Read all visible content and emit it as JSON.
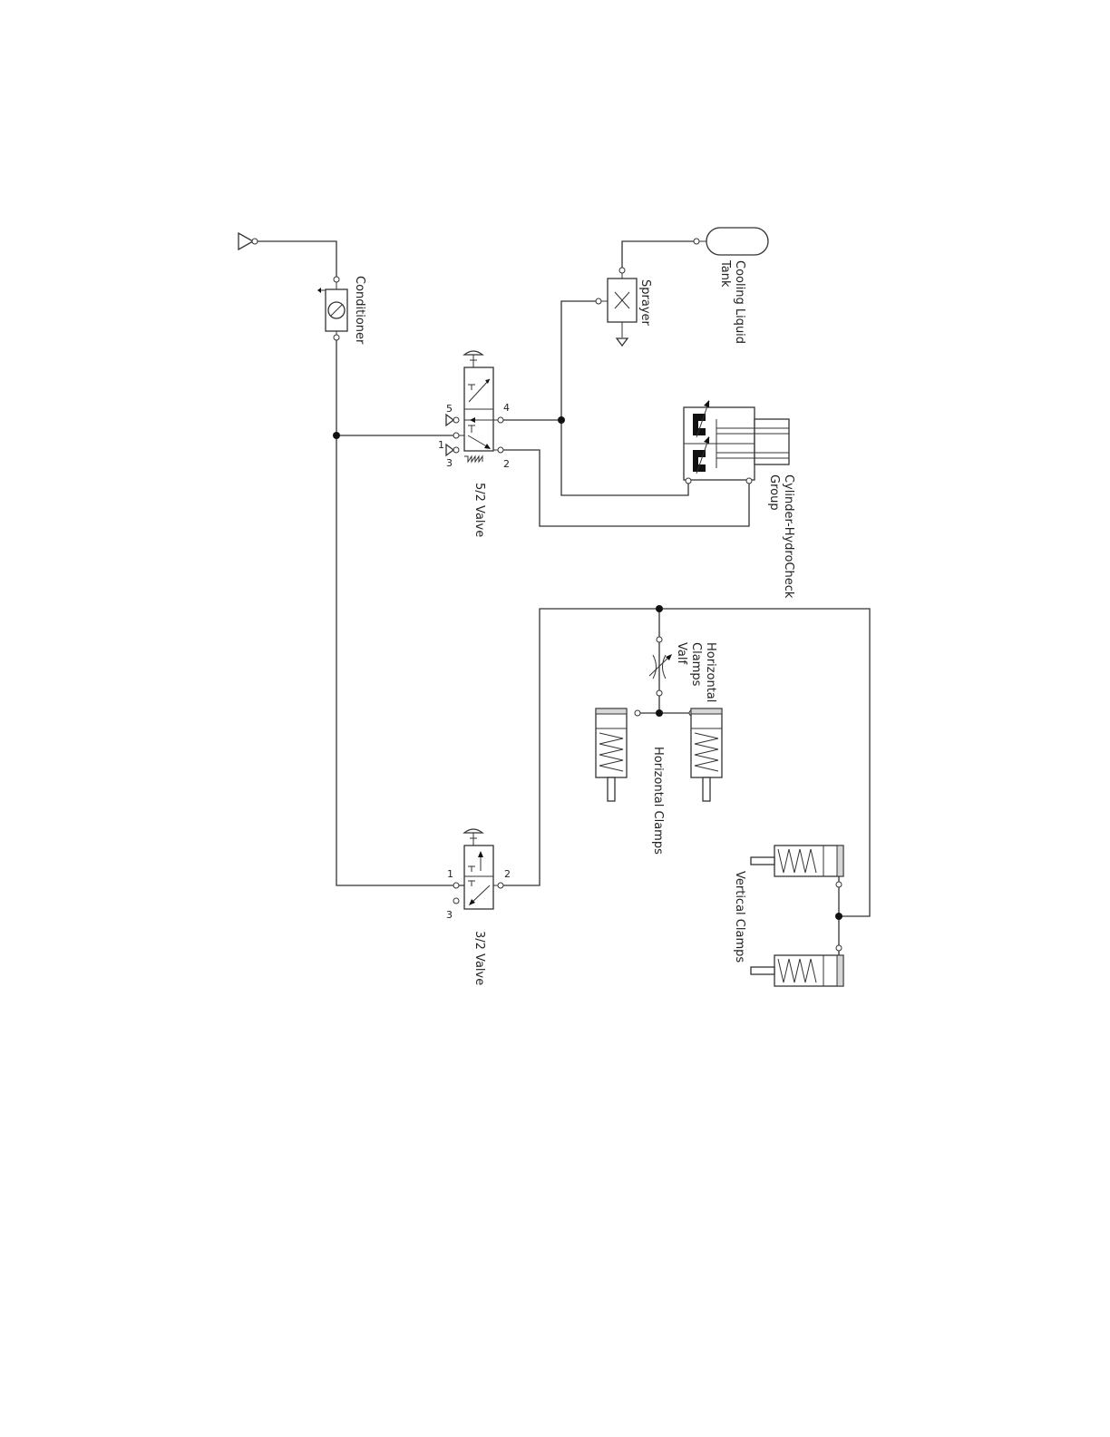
{
  "labels": {
    "conditioner": "Conditioner",
    "sprayer": "Sprayer",
    "tank_line1": "Cooling Liquid",
    "tank_line2": "Tank",
    "cylinder_line1": "Cylinder-HydroCheck",
    "cylinder_line2": "Group",
    "valve52": "5/2 Valve",
    "valve32": "3/2 Valve",
    "hcv_line1": "Horizontal",
    "hcv_line2": "Clamps",
    "hcv_line3": "Valf",
    "horizontal_clamps": "Horizontal Clamps",
    "vertical_clamps": "Vertical Clamps"
  },
  "ports": {
    "v52_p4": "4",
    "v52_p5": "5",
    "v52_p1": "1",
    "v52_p3": "3",
    "v52_p2": "2",
    "v32_p1": "1",
    "v32_p2": "2",
    "v32_p3": "3"
  }
}
